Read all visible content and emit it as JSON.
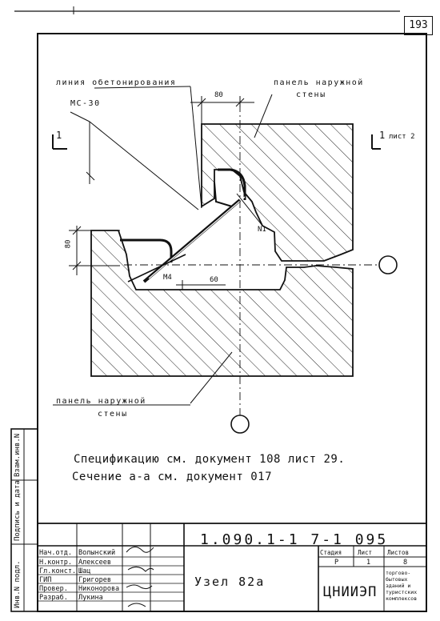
{
  "page_number": "193",
  "callouts": {
    "line_concreting": "линия обетонирования",
    "mark_mc30": "МС-30",
    "panel_top": [
      "панель наружной",
      "стены"
    ],
    "panel_bottom": [
      "панель наружной",
      "стены"
    ],
    "sheet_ref": "лист 2",
    "section_mark": "1",
    "section_mark_right": "1",
    "part_n1": "N1",
    "part_m4": "М4",
    "dim_80_top": "80",
    "dim_80_left": "80",
    "dim_60": "60"
  },
  "notes": [
    "Спецификацию см. документ 108 лист 29.",
    "Сечение а-а см. документ 017"
  ],
  "title_block": {
    "doc_code": "1.090.1-1 7-1   095",
    "title": "Узел 82а",
    "org": "ЦНИИЭП",
    "org_sub": [
      "торгово-",
      "бытовых",
      "зданий и",
      "туристских",
      "комплексов"
    ],
    "stage_header": "Стадия",
    "sheet_header": "Лист",
    "sheets_header": "Листов",
    "stage": "Р",
    "sheet": "1",
    "sheets": "8",
    "roles": [
      {
        "role": "Нач.отд.",
        "name": "Волынский"
      },
      {
        "role": "Н.контр.",
        "name": "Алексеев"
      },
      {
        "role": "Гл.конст.",
        "name": "Шац"
      },
      {
        "role": "ГИП",
        "name": "Григорев"
      },
      {
        "role": "Провер.",
        "name": "Никонорова"
      },
      {
        "role": "Разраб.",
        "name": "Лукина"
      }
    ],
    "side_stamps": [
      "Инв.N подл.",
      "Подпись и дата",
      "Взам.инв.N"
    ]
  }
}
